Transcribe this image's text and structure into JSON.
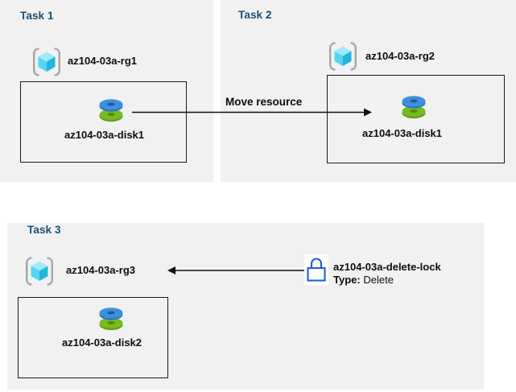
{
  "colors": {
    "panel_bg": "#f1f1f1",
    "page_bg": "#ffffff",
    "title_blue": "#1b4f72",
    "box_border": "#1a1a1a",
    "text": "#0d0d0d",
    "cube_top": "#9fe9fb",
    "cube_left": "#56d4f2",
    "cube_right": "#22b6d9",
    "bracket_gray": "#a6a6a6",
    "disk_blue": "#3f8fdc",
    "disk_green": "#76bc21",
    "lock_blue": "#1f5ede"
  },
  "panels": [
    {
      "id": "task1",
      "title": "Task 1",
      "resource_group": {
        "icon": "resource-group-icon",
        "label": "az104-03a-rg1"
      },
      "resource": {
        "icon": "disk-icon",
        "label": "az104-03a-disk1"
      }
    },
    {
      "id": "task2",
      "title": "Task 2",
      "resource_group": {
        "icon": "resource-group-icon",
        "label": "az104-03a-rg2"
      },
      "resource": {
        "icon": "disk-icon",
        "label": "az104-03a-disk1"
      }
    },
    {
      "id": "task3",
      "title": "Task 3",
      "resource_group": {
        "icon": "resource-group-icon",
        "label": "az104-03a-rg3"
      },
      "resource": {
        "icon": "disk-icon",
        "label": "az104-03a-disk2"
      },
      "lock": {
        "icon": "lock-icon",
        "name": "az104-03a-delete-lock",
        "type_key": "Type:",
        "type_value": "Delete"
      }
    }
  ],
  "arrows": [
    {
      "id": "move-resource",
      "label": "Move resource",
      "direction": "right",
      "from": "task1-disk1",
      "to": "task2-disk1"
    },
    {
      "id": "lock-applies-to-rg3",
      "label": "",
      "direction": "left",
      "from": "az104-03a-delete-lock",
      "to": "az104-03a-rg3"
    }
  ]
}
